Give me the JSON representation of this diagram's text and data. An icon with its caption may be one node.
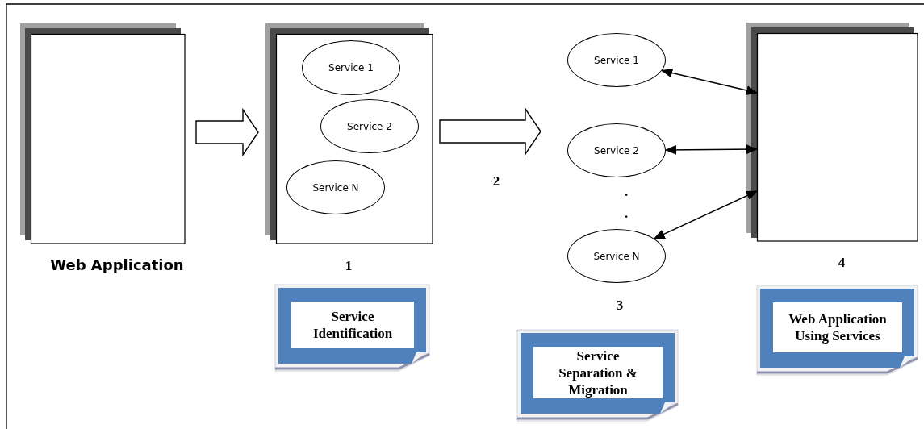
{
  "diagram": {
    "nodes": [
      {
        "text": [],
        "shape": "box",
        "beside": [
          "Web Application"
        ]
      },
      {
        "text": [],
        "shape": "box"
      },
      {
        "text": [
          "Service 1"
        ],
        "in": 1
      },
      {
        "text": [
          "Service 2"
        ],
        "in": 1
      },
      {
        "text": [
          "Service N"
        ],
        "in": 1
      },
      {
        "text": [
          "Service 1"
        ]
      },
      {
        "text": [
          "Service 2"
        ]
      },
      {
        "text": [
          "Service N"
        ]
      },
      {
        "text": [],
        "shape": "box"
      },
      {
        "text": [
          "Service Identification"
        ]
      },
      {
        "text": [
          "Service Separation & Migration"
        ]
      },
      {
        "text": [
          "Web Application Using Services"
        ]
      }
    ],
    "edges": [
      {
        "from": 0,
        "to": 1,
        "arrow": "to",
        "style": "thick"
      },
      {
        "from": 1,
        "to": null,
        "arrow": "to",
        "style": "thick"
      },
      {
        "from": 5,
        "to": 8,
        "arrow": "both"
      },
      {
        "from": 6,
        "to": 8,
        "arrow": "both"
      },
      {
        "from": 7,
        "to": 8,
        "arrow": "both"
      }
    ],
    "labels": [
      "1",
      "2",
      ".",
      ".",
      "3",
      "4"
    ]
  }
}
